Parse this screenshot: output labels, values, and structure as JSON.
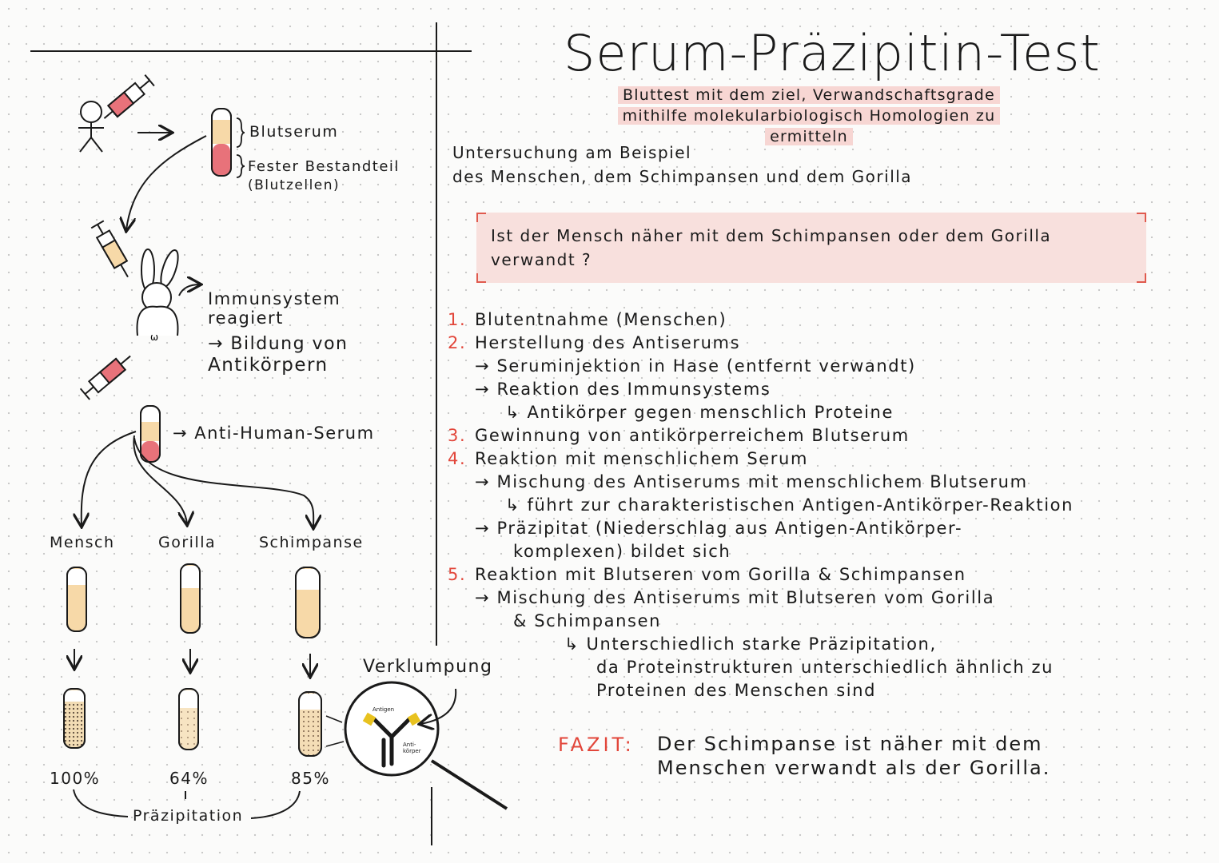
{
  "title": "Serum-Präzipitin-Test",
  "subtitle": [
    "Bluttest mit dem ziel, Verwandschaftsgrade",
    "mithilfe molekularbiologisch Homologien zu",
    "ermitteln"
  ],
  "intro": [
    "Untersuchung am Beispiel",
    "des Menschen, dem Schimpansen und dem Gorilla"
  ],
  "question": [
    "Ist der Mensch näher mit dem Schimpansen oder dem Gorilla",
    "verwandt ?"
  ],
  "steps": [
    {
      "num": "1.",
      "text": "Blutentnahme (Menschen)",
      "indent": 0
    },
    {
      "num": "2.",
      "text": "Herstellung des Antiserums",
      "indent": 0
    },
    {
      "num": "",
      "text": "→ Seruminjektion in Hase (entfernt verwandt)",
      "indent": 1
    },
    {
      "num": "",
      "text": "→ Reaktion des Immunsystems",
      "indent": 1
    },
    {
      "num": "",
      "text": "↳ Antikörper gegen menschlich Proteine",
      "indent": 2
    },
    {
      "num": "3.",
      "text": "Gewinnung von antikörperreichem Blutserum",
      "indent": 0
    },
    {
      "num": "4.",
      "text": "Reaktion mit menschlichem Serum",
      "indent": 0
    },
    {
      "num": "",
      "text": "→ Mischung des Antiserums mit menschlichem Blutserum",
      "indent": 1
    },
    {
      "num": "",
      "text": "↳ führt zur charakteristischen Antigen-Antikörper-Reaktion",
      "indent": 2
    },
    {
      "num": "",
      "text": "→ Präzipitat (Niederschlag aus Antigen-Antikörper-",
      "indent": 1
    },
    {
      "num": "",
      "text": "komplexen) bildet sich",
      "indent": 3
    },
    {
      "num": "5.",
      "text": "Reaktion mit Blutseren vom Gorilla & Schimpansen",
      "indent": 0
    },
    {
      "num": "",
      "text": "→ Mischung des Antiserums mit Blutseren vom Gorilla",
      "indent": 1
    },
    {
      "num": "",
      "text": "& Schimpansen",
      "indent": 3
    },
    {
      "num": "",
      "text": "↳ Unterschiedlich starke Präzipitation,",
      "indent": 4
    },
    {
      "num": "",
      "text": "da Proteinstrukturen unterschiedlich ähnlich zu",
      "indent": 5
    },
    {
      "num": "",
      "text": "Proteinen des Menschen sind",
      "indent": 5
    }
  ],
  "fazit_label": "FAZIT:",
  "fazit": [
    "Der Schimpanse ist näher mit dem",
    "Menschen verwandt als der Gorilla."
  ],
  "diagram": {
    "blutserum": "Blutserum",
    "fester": "Fester Bestandteil",
    "blutzellen": "(Blutzellen)",
    "immun1": "Immunsystem",
    "immun2": "reagiert",
    "immun3": "→ Bildung von",
    "immun4": "Antikörpern",
    "anti_human": "→ Anti-Human-Serum",
    "mensch": "Mensch",
    "gorilla": "Gorilla",
    "schimpanse": "Schimpanse",
    "p_mensch": "100%",
    "p_gorilla": "64%",
    "p_schimpanse": "85%",
    "praezipitation": "Präzipitation",
    "verklumpung": "Verklumpung",
    "antigen": "Antigen",
    "antikoerper": "Anti-körper"
  },
  "colors": {
    "accent_red": "#e2463a",
    "highlight": "#f7d6d3",
    "blood": "#e8727a",
    "serum": "#f7d9a8"
  }
}
